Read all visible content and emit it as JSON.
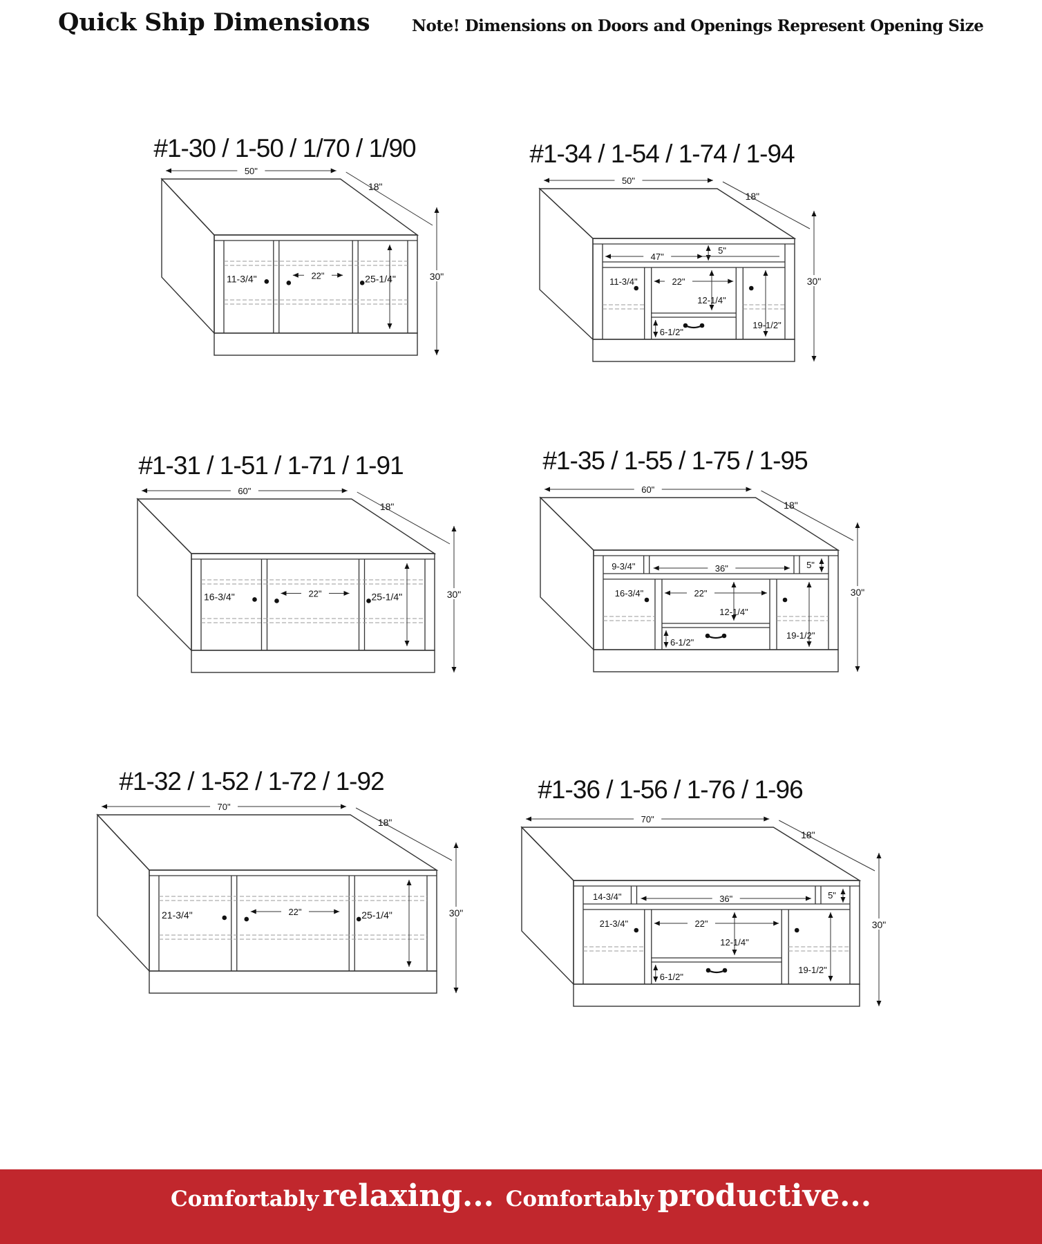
{
  "header": {
    "title": "Quick Ship Dimensions",
    "note": "Note! Dimensions on Doors and Openings Represent Opening Size"
  },
  "footer": {
    "word_a": "Comfortably",
    "word_b": "relaxing...",
    "word_c": "Comfortably",
    "word_d": "productive..."
  },
  "colors": {
    "banner": "#c1272d",
    "line": "#333333",
    "text": "#111111"
  },
  "units": [
    {
      "id": "unit-1-30",
      "style": "doors",
      "title": "#1-30 / 1-50 / 1/70 / 1/90",
      "width": "50\"",
      "depth": "18\"",
      "height": "30\"",
      "labels": [
        "11-3/4\"",
        "22\"",
        "25-1/4\""
      ]
    },
    {
      "id": "unit-1-34",
      "style": "drawer",
      "title": "#1-34 / 1-54 / 1-74 / 1-94",
      "width": "50\"",
      "depth": "18\"",
      "height": "30\"",
      "labels": [
        "47\"",
        "5\"",
        "11-3/4\"",
        "22\"",
        "12-1/4\"",
        "6-1/2\"",
        "19-1/2\""
      ]
    },
    {
      "id": "unit-1-31",
      "style": "doors",
      "title": "#1-31 / 1-51 / 1-71 / 1-91",
      "width": "60\"",
      "depth": "18\"",
      "height": "30\"",
      "labels": [
        "16-3/4\"",
        "22\"",
        "25-1/4\""
      ]
    },
    {
      "id": "unit-1-35",
      "style": "drawer",
      "title": "#1-35 / 1-55 / 1-75 / 1-95",
      "width": "60\"",
      "depth": "18\"",
      "height": "30\"",
      "labels": [
        "9-3/4\"",
        "36\"",
        "5\"",
        "16-3/4\"",
        "22\"",
        "12-1/4\"",
        "6-1/2\"",
        "19-1/2\""
      ]
    },
    {
      "id": "unit-1-32",
      "style": "doors",
      "title": "#1-32 / 1-52 / 1-72 / 1-92",
      "width": "70\"",
      "depth": "18\"",
      "height": "30\"",
      "labels": [
        "21-3/4\"",
        "22\"",
        "25-1/4\""
      ]
    },
    {
      "id": "unit-1-36",
      "style": "drawer",
      "title": "#1-36 / 1-56 / 1-76 / 1-96",
      "width": "70\"",
      "depth": "18\"",
      "height": "30\"",
      "labels": [
        "14-3/4\"",
        "36\"",
        "5\"",
        "21-3/4\"",
        "22\"",
        "12-1/4\"",
        "6-1/2\"",
        "19-1/2\""
      ]
    }
  ]
}
